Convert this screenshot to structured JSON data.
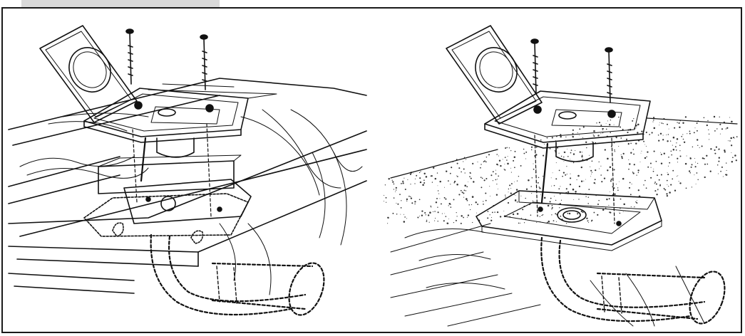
{
  "figures": [
    {
      "id": "wood-floor",
      "surface": "wood"
    },
    {
      "id": "concrete-floor",
      "surface": "concrete"
    }
  ],
  "colors": {
    "ink": "#111111",
    "tab": "#d9d9d9",
    "paper": "#ffffff"
  }
}
